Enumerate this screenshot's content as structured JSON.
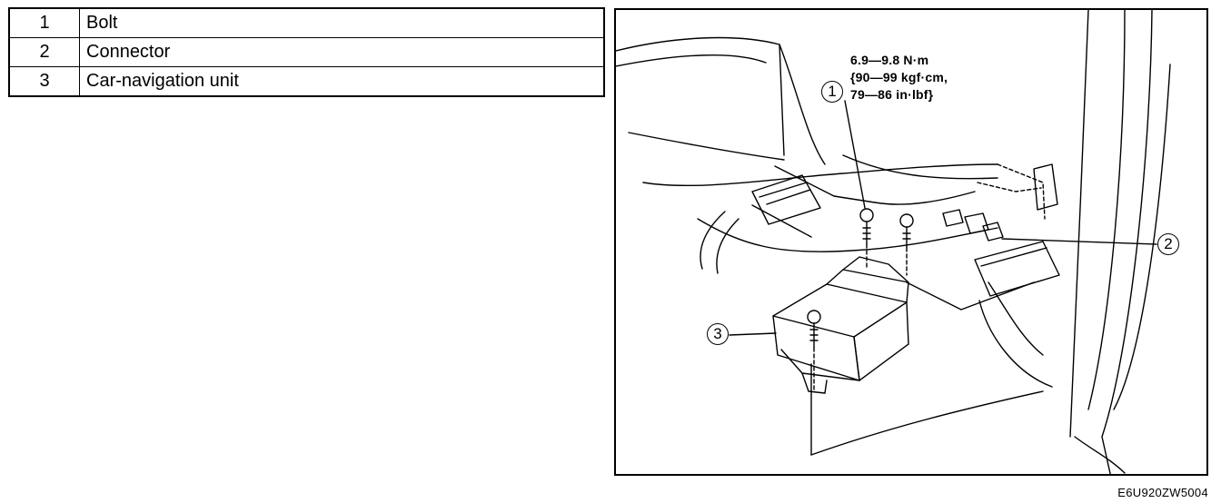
{
  "parts": [
    {
      "number": "1",
      "name": "Bolt"
    },
    {
      "number": "2",
      "name": "Connector"
    },
    {
      "number": "3",
      "name": "Car-navigation unit"
    }
  ],
  "figure": {
    "torque_spec": {
      "line1": "6.9—9.8 N·m",
      "line2": "{90—99 kgf·cm,",
      "line3": "79—86 in·lbf}"
    },
    "callouts": {
      "bolt": "1",
      "connector": "2",
      "unit": "3"
    },
    "figure_code": "E6U920ZW5004"
  }
}
